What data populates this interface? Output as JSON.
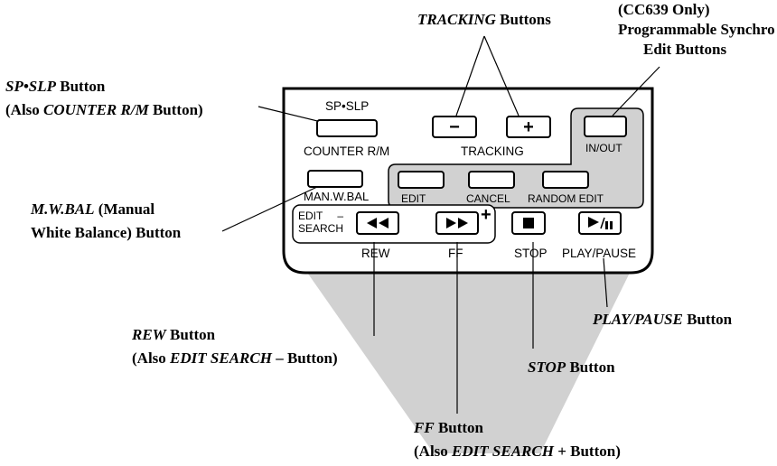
{
  "colors": {
    "stroke": "#000000",
    "shade": "#d1d1d1",
    "panel": "#ffffff"
  },
  "callouts": {
    "cc639": {
      "line1": "(CC639 Only)",
      "line2": "Programmable Synchro",
      "line3": "Edit Buttons"
    },
    "tracking": {
      "name": "TRACKING",
      "suffix": " Buttons"
    },
    "spslp": {
      "name": "SP•SLP",
      "suffix": " Button",
      "also_pre": "(Also ",
      "also_name": "COUNTER R/M",
      "also_post": " Button)"
    },
    "mwbal": {
      "name": "M.W.BAL",
      "suffix": " (Manual",
      "line2": "White Balance) Button"
    },
    "rew": {
      "name": "REW",
      "suffix": " Button",
      "also_pre": "(Also ",
      "also_name": "EDIT SEARCH",
      "also_post": " – Button)"
    },
    "playpause": {
      "name": "PLAY/PAUSE",
      "suffix": " Button"
    },
    "stop": {
      "name": "STOP",
      "suffix": " Button"
    },
    "ff": {
      "name": "FF",
      "suffix": " Button",
      "also_pre": "(Also ",
      "also_name": "EDIT SEARCH",
      "also_post": " + Button)"
    }
  },
  "panel": {
    "spslp_label": "SP•SLP",
    "counter_label": "COUNTER R/M",
    "tracking_label": "TRACKING",
    "tracking_minus": "−",
    "tracking_plus": "+",
    "inout_label": "IN/OUT",
    "mwbal_label": "MAN.W.BAL",
    "edit_label": "EDIT",
    "cancel_label": "CANCEL",
    "random_edit_label": "RANDOM EDIT",
    "edit_search_line1": "EDIT",
    "edit_search_line2": "SEARCH",
    "edit_search_minus": "–",
    "edit_search_plus": "+",
    "rew_label": "REW",
    "ff_label": "FF",
    "stop_label": "STOP",
    "play_pause_label": "PLAY/PAUSE"
  },
  "icons": {
    "rewind": "rewind-icon",
    "fast_forward": "fast-forward-icon",
    "stop": "stop-icon",
    "play_pause": "play-pause-icon"
  }
}
